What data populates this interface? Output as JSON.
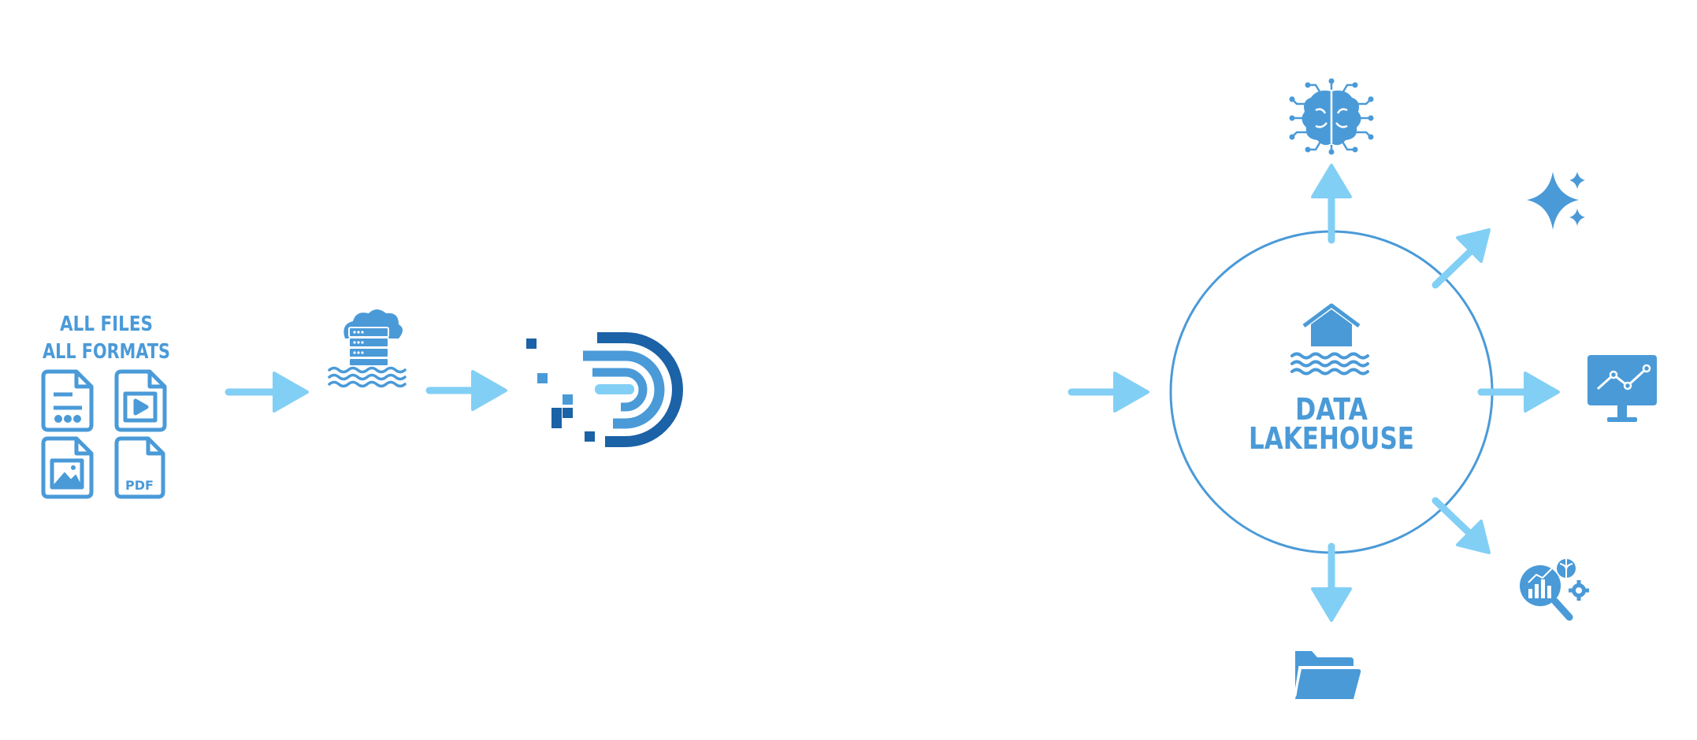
{
  "colors": {
    "primary": "#4a9ad8",
    "dark": "#1b62a6",
    "arrow": "#82cff5",
    "white": "#ffffff"
  },
  "sources": {
    "title_line1": "ALL FILES",
    "title_line2": "ALL FORMATS",
    "pdf_label": "PDF"
  },
  "lakehouse": {
    "line1": "DATA",
    "line2": "LAKEHOUSE"
  },
  "icons": [
    "document-icon",
    "video-file-icon",
    "image-file-icon",
    "pdf-file-icon",
    "cloud-server-lake-icon",
    "ingestion-logo-icon",
    "house-on-water-icon",
    "ai-brain-icon",
    "sparkle-icon",
    "monitor-chart-icon",
    "analytics-search-icon",
    "folder-icon"
  ]
}
